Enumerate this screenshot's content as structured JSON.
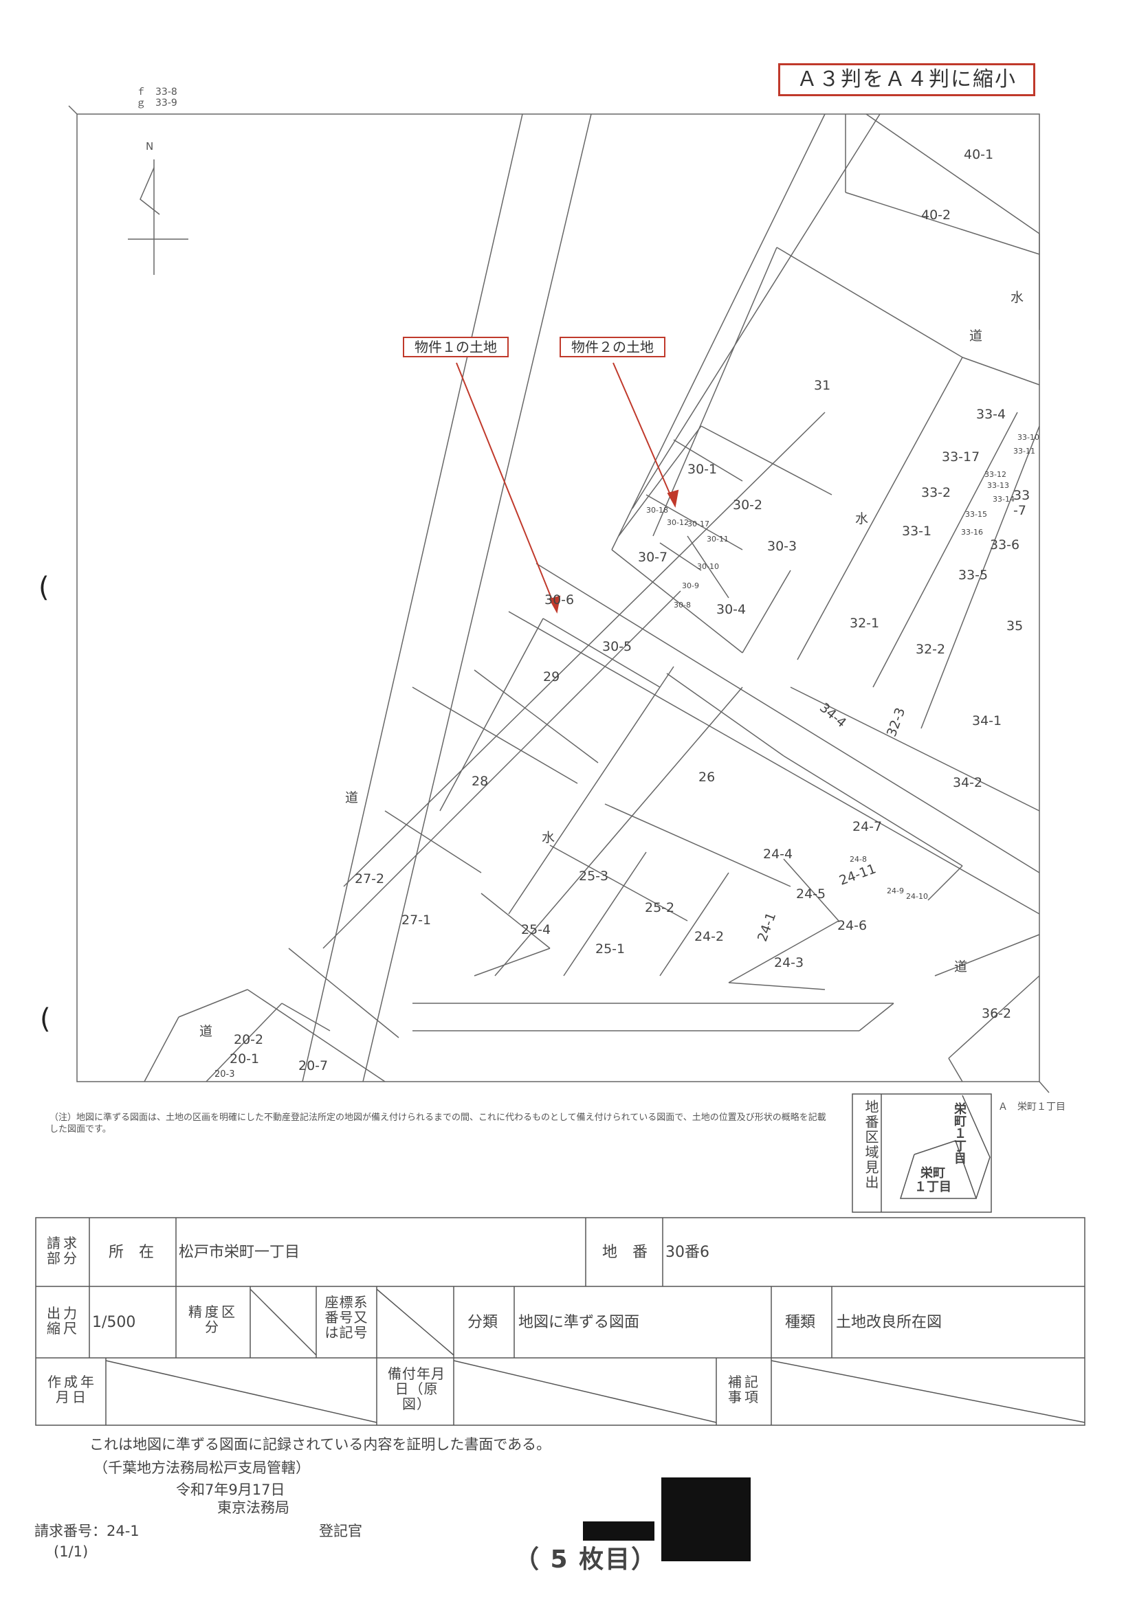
{
  "header": {
    "reduction_badge": "Ａ３判をＡ４判に縮小",
    "map_refs": [
      "ｆ　33-8",
      "ｇ　33-9"
    ],
    "north": "N"
  },
  "property_labels": {
    "prop1": "物件１の土地",
    "prop2": "物件２の土地"
  },
  "parcels": [
    "40-1",
    "40-2",
    "31",
    "30-1",
    "30-2",
    "30-3",
    "30-7",
    "30-4",
    "30-6",
    "30-5",
    "29",
    "28",
    "26",
    "27-2",
    "27-1",
    "25-3",
    "25-2",
    "25-4",
    "25-1",
    "24-2",
    "24-4",
    "24-5",
    "24-6",
    "24-7",
    "24-3",
    "24-1",
    "24-11",
    "33-4",
    "33-17",
    "33-2",
    "33-1",
    "33-5",
    "33-6",
    "33\n-7",
    "32-1",
    "32-2",
    "35",
    "34-1",
    "34-2",
    "34-4",
    "32-3",
    "20-2",
    "20-1",
    "20-7",
    "20-3",
    "36-2"
  ],
  "map_text": {
    "road": "道",
    "water": "水",
    "water_small": "水"
  },
  "small_parcels": [
    "30-18",
    "30-17",
    "30-11",
    "30-10",
    "30-9",
    "30-8",
    "30-12",
    "24-8",
    "24-9",
    "24-10",
    "33-16",
    "33-15",
    "33-14",
    "33-13",
    "33-12",
    "33-11",
    "33-10"
  ],
  "key_map": {
    "title": "地番区域見出",
    "area_a_label": "Ａ　栄町１丁目",
    "district_1": "栄町１丁目",
    "district_2": "栄町\n１丁目"
  },
  "footnote": "（注）地図に準ずる図面は、土地の区画を明確にした不動産登記法所定の地図が備え付けられるまでの間、これに代わるものとして備え付けられている図面で、土地の位置及び形状の概略を記載した図面です。",
  "form": {
    "request_section_label": "請求部分",
    "location_label": "所　在",
    "location_value": "松戸市栄町一丁目",
    "lot_label": "地　番",
    "lot_value": "30番6",
    "scale_label": "出力縮尺",
    "scale_value": "1/500",
    "precision_label": "精度区分",
    "coord_label": "座標系番号又は記号",
    "class_label": "分類",
    "class_value": "地図に準ずる図面",
    "type_label": "種類",
    "type_value": "土地改良所在図",
    "created_label": "作成年月日",
    "prepared_label": "備付年月日（原図）",
    "remarks_label": "補記事項"
  },
  "certificate": {
    "statement": "これは地図に準ずる図面に記録されている内容を証明した書面である。",
    "jurisdiction": "（千葉地方法務局松戸支局管轄）",
    "date": "令和7年9月17日",
    "office": "東京法務局",
    "request_no": "請求番号：24-1",
    "registrar": "登記官",
    "page": "(1/1)",
    "sheet_count": "（ 5 枚目）"
  }
}
